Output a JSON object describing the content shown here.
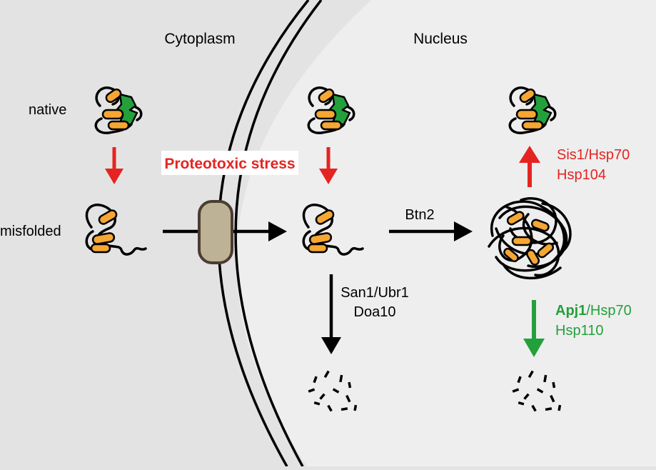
{
  "regions": {
    "cytoplasm": "Cytoplasm",
    "nucleus": "Nucleus"
  },
  "states": {
    "native": "native",
    "misfolded": "misfolded"
  },
  "stress": {
    "label": "Proteotoxic stress"
  },
  "pathways": {
    "transport": "Btn2",
    "degradation": [
      "San1/Ubr1",
      "Doa10"
    ],
    "refolding": [
      "Sis1/Hsp70",
      "Hsp104"
    ],
    "disaggregation_bold": "Apj1",
    "disaggregation_rest": "/Hsp70",
    "disaggregation_line2": "Hsp110"
  },
  "colors": {
    "background": "#e3e3e3",
    "nucleus": "#eeeeee",
    "stress_red": "#e52421",
    "green": "#23a03c",
    "orange": "#f6a633",
    "pore": "#bdb295",
    "line": "#000000"
  }
}
